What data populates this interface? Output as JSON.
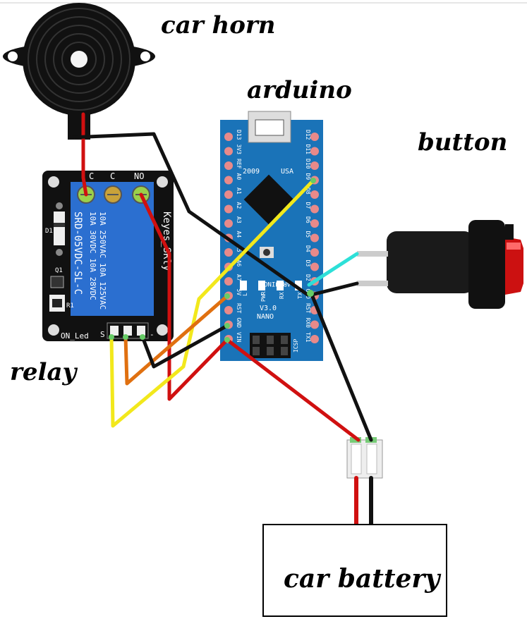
{
  "labels": {
    "car_horn": "car horn",
    "arduino": "arduino",
    "button": "button",
    "relay": "relay",
    "car_battery": "car battery"
  },
  "relay_module": {
    "terminal_labels": [
      "C",
      "C",
      "NO"
    ],
    "model_lines": [
      "10A 250VAC  10A 125VAC",
      "10A  30VDC  10A  28VDC"
    ],
    "part_number": "SRD-05VDC-SL-C",
    "brand": "Keyes_SRly",
    "components": [
      "D1",
      "Q1",
      "R1"
    ],
    "led_label": "ON_Led",
    "signal_label": "S",
    "minus_label": "-"
  },
  "arduino_nano": {
    "left_pins": [
      "D12",
      "D11",
      "D10",
      "D9",
      "D8",
      "D7",
      "D6",
      "D5",
      "D4",
      "D3",
      "D2",
      "GND",
      "RST",
      "RX0",
      "TX1"
    ],
    "right_pins": [
      "D13",
      "3V3",
      "REF",
      "A0",
      "A1",
      "A2",
      "A3",
      "A4",
      "A5",
      "A6",
      "A7",
      "5V",
      "RST",
      "GND",
      "VIN"
    ],
    "board_text": [
      "ARDUINO",
      "NANO",
      "V3.0"
    ],
    "top_text": [
      "2009",
      "USA"
    ],
    "led_labels": [
      "L",
      "PWR",
      "RX",
      "TX"
    ],
    "icsp_label": "ICSP"
  },
  "colors": {
    "wire_red": "#d01010",
    "wire_black": "#111111",
    "wire_yellow": "#f2e81c",
    "wire_orange": "#e07010",
    "wire_cyan": "#2de0d8",
    "board_blue": "#1a73b8",
    "relay_blue": "#2b6fd0",
    "pin_pink": "#e88a8a",
    "button_red": "#cc1111"
  }
}
